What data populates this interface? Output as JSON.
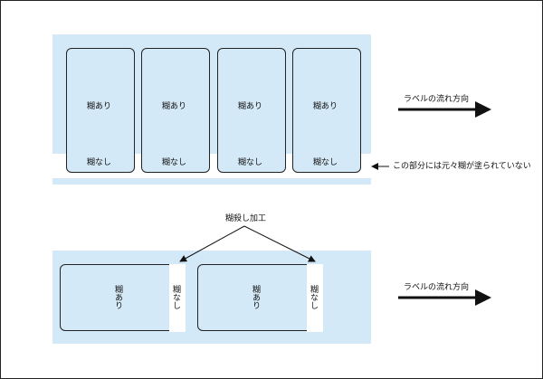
{
  "top": {
    "labels": [
      {
        "glue": "糊あり",
        "noglue": "糊なし"
      },
      {
        "glue": "糊あり",
        "noglue": "糊なし"
      },
      {
        "glue": "糊あり",
        "noglue": "糊なし"
      },
      {
        "glue": "糊あり",
        "noglue": "糊なし"
      }
    ],
    "flow_label": "ラベルの流れ方向",
    "note": "この部分には元々糊が塗られていない"
  },
  "bottom": {
    "process_label": "糊殺し加工",
    "labels": [
      {
        "glue": "糊あり",
        "noglue": "糊なし"
      },
      {
        "glue": "糊あり",
        "noglue": "糊なし"
      }
    ],
    "flow_label": "ラベルの流れ方向"
  },
  "colors": {
    "liner_blue": "#d4e9f7",
    "outline": "#222222"
  }
}
